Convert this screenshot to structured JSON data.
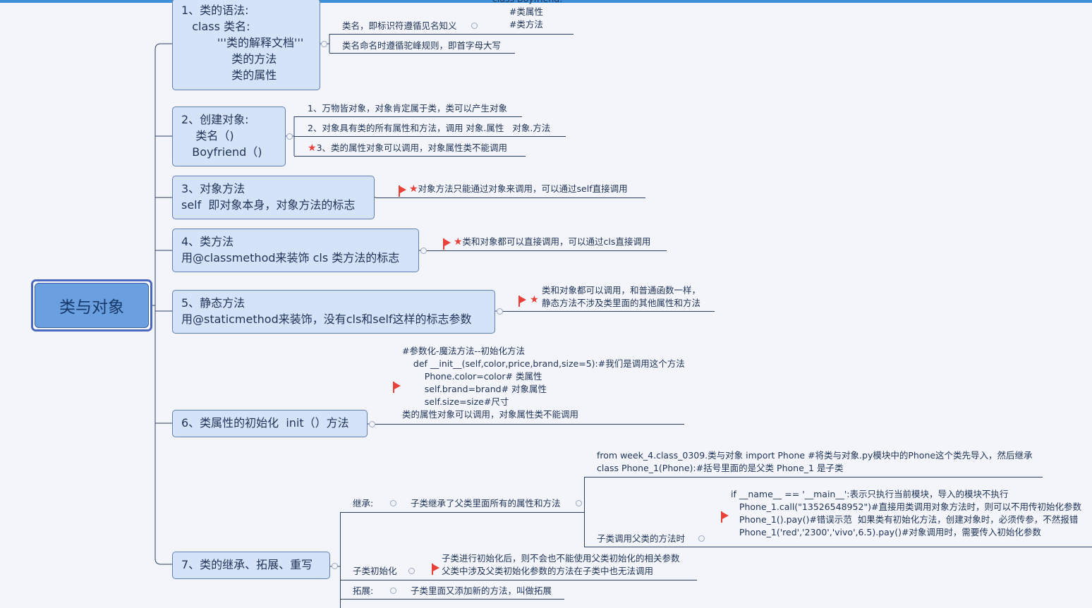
{
  "root": {
    "label": "类与对象"
  },
  "topics": [
    {
      "label": "1、类的语法:\n   class 类名:\n          '''类的解释文档'''\n              类的方法\n              类的属性",
      "leaves": [
        "类名，即标识符遵循见名知义",
        "类名命名时遵循驼峰规则，即首字母大写"
      ],
      "code": "class Boyfriend:\n      #类属性\n      #类方法"
    },
    {
      "label": "2、创建对象:\n    类名（)\n   Boyfriend（)",
      "leaves": [
        "1、万物皆对象，对象肯定属于类，类可以产生对象",
        "2、对象具有类的所有属性和方法，调用 对象.属性   对象.方法",
        "3、类的属性对象可以调用，对象属性类不能调用"
      ]
    },
    {
      "label": "3、对象方法\nself  即对象本身，对象方法的标志",
      "leaves": [
        "对象方法只能通过对象来调用，可以通过self直接调用"
      ]
    },
    {
      "label": "4、类方法\n用@classmethod来装饰 cls 类方法的标志",
      "leaves": [
        "类和对象都可以直接调用，可以通过cls直接调用"
      ]
    },
    {
      "label": "5、静态方法\n用@staticmethod来装饰，没有cls和self这样的标志参数",
      "leaves": [
        "类和对象都可以调用，和普通函数一样，\n静态方法不涉及类里面的其他属性和方法"
      ]
    },
    {
      "label": "6、类属性的初始化  init（）方法",
      "leaves": [
        "#参数化-魔法方法--初始化方法\n    def __init__(self,color,price,brand,size=5):#我们是调用这个方法\n        Phone.color=color# 类属性\n        self.brand=brand# 对象属性\n        self.size=size#尺寸\n类的属性对象可以调用，对象属性类不能调用"
      ]
    },
    {
      "label": "7、类的继承、拓展、重写",
      "children": [
        {
          "label": "继承:",
          "child": "子类继承了父类里面所有的属性和方法",
          "sub": [
            "from week_4.class_0309.类与对象 import Phone #将类与对象.py模块中的Phone这个类先导入，然后继承\nclass Phone_1(Phone):#括号里面的是父类 Phone_1 是子类",
            "子类调用父类的方法时"
          ],
          "code": "if __name__ == '__main__':表示只执行当前模块，导入的模块不执行\n   Phone_1.call(\"13526548952\")#直接用类调用对象方法时，则可以不用传初始化参数\n   Phone_1().pay()#错误示范  如果类有初始化方法，创建对象时，必须传参，不然报错\n   Phone_1('red','2300','vivo',6.5).pay()#对象调用时，需要传入初始化参数"
        },
        {
          "label": "子类初始化",
          "child": "子类进行初始化后，则不会也不能使用父类初始化的相关参数\n父类中涉及父类初始化参数的方法在子类中也无法调用"
        },
        {
          "label": "拓展:",
          "child": "子类里面又添加新的方法，叫做拓展"
        }
      ]
    }
  ],
  "colors": {
    "topic_fill": "#d5e3f8",
    "root_fill": "#6a9fe0",
    "flag": "#e8413a",
    "accent": "#3d8fd8"
  },
  "icons": [
    "flag-icon",
    "star-icon",
    "collapse-icon"
  ]
}
